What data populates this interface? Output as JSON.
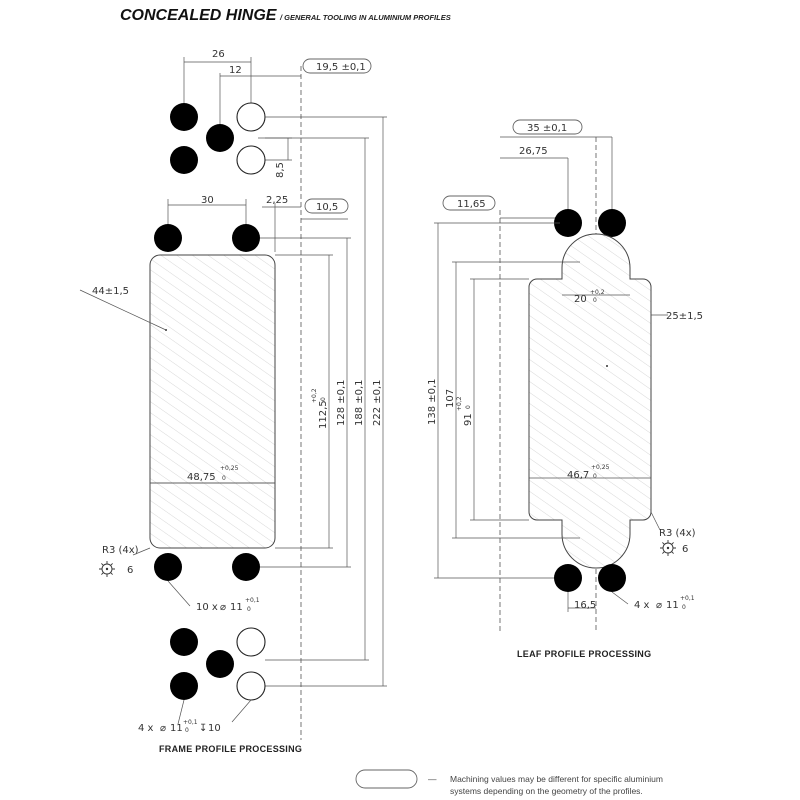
{
  "header": {
    "title": "CONCEALED HINGE",
    "subtitle": "/ GENERAL TOOLING IN ALUMINIUM PROFILES"
  },
  "frame": {
    "caption": "FRAME PROFILE PROCESSING",
    "dims": {
      "d26": "26",
      "d12": "12",
      "d19_5": "19,5 ±0,1",
      "d8_5": "8,5",
      "d30": "30",
      "d2_25": "2,25",
      "d10_5": "10,5",
      "depth": "44±1,5",
      "width": "48,75",
      "width_tol": "+0,25",
      "width_tol_low": "0",
      "h112": "112,5",
      "h112_tol": "+0,2",
      "h112_tol_low": "0",
      "h128": "128 ±0,1",
      "h188": "188 ±0,1",
      "h222": "222 ±0,1",
      "radius": "R3 (4x)",
      "tool": "6",
      "holes_top": "10 x",
      "holes_dia": "11",
      "holes_tol": "+0,1",
      "holes_tol_low": "0",
      "holes_bottom": "4 x",
      "holes_bottom_dia": "11",
      "holes_bottom_tol": "+0,1",
      "holes_bottom_tol_low": "0",
      "holes_bottom_depth": "10"
    }
  },
  "leaf": {
    "caption": "LEAF PROFILE PROCESSING",
    "dims": {
      "d35": "35 ±0,1",
      "d26_75": "26,75",
      "d11_65": "11,65",
      "d20": "20",
      "d20_tol": "+0,2",
      "d20_tol_low": "0",
      "depth": "25±1,5",
      "width": "46,7",
      "width_tol": "+0,25",
      "width_tol_low": "0",
      "h138": "138 ±0,1",
      "h107": "107",
      "h91": "91",
      "h91_tol": "+0,2",
      "h91_tol_low": "0",
      "radius": "R3 (4x)",
      "tool": "6",
      "d16_5": "16,5",
      "holes": "4 x",
      "holes_dia": "11",
      "holes_tol": "+0,1",
      "holes_tol_low": "0"
    }
  },
  "footer": {
    "dash": "—",
    "note_line1": "Machining values may be different for specific aluminium",
    "note_line2": "systems depending on the geometry of the profiles."
  }
}
